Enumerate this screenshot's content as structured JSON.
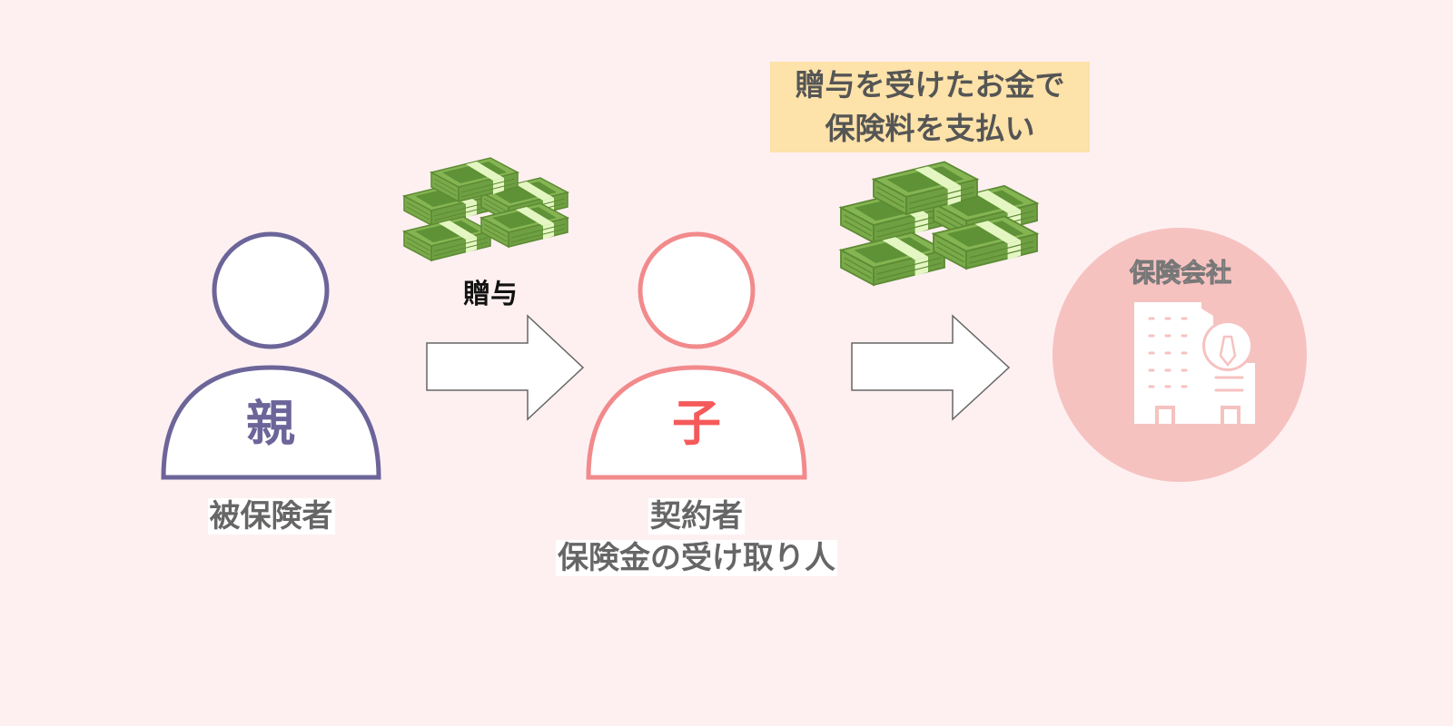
{
  "parent": {
    "glyph": "親",
    "label": "被保険者",
    "color": "#6b6599"
  },
  "gift_label": "贈与",
  "child": {
    "glyph": "子",
    "label_line1": "契約者",
    "label_line2": "保険金の受け取り人",
    "color": "#f55a5a"
  },
  "note": {
    "line1": "贈与を受けたお金で",
    "line2": "保険料を支払い"
  },
  "company": {
    "label": "保険会社"
  }
}
